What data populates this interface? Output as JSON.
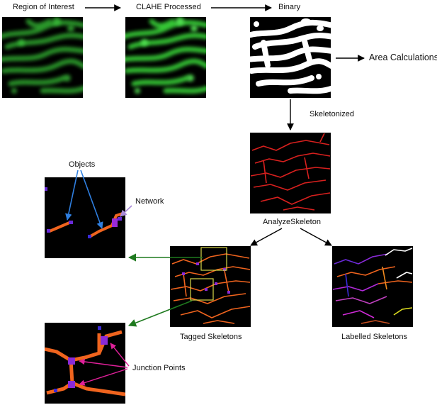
{
  "labels": {
    "roi": "Region of Interest",
    "clahe": "CLAHE Processed",
    "binary": "Binary",
    "area": "Area Calculations",
    "skeletonized": "Skeletonized",
    "analyze": "AnalyzeSkeleton",
    "tagged": "Tagged Skeletons",
    "labelled": "Labelled Skeletons",
    "objects": "Objects",
    "network": "Network",
    "junction": "Junction Points"
  },
  "colors": {
    "green": "#2fbf2f",
    "red": "#d8201e",
    "orange": "#f0641e",
    "purple": "#8a2ad8",
    "yellow": "#d9d94a",
    "blue_arrow": "#2f7fe0",
    "lavender_arrow": "#a98ad8",
    "green_arrow": "#1f7a1f",
    "magenta_arrow": "#e0209a"
  }
}
